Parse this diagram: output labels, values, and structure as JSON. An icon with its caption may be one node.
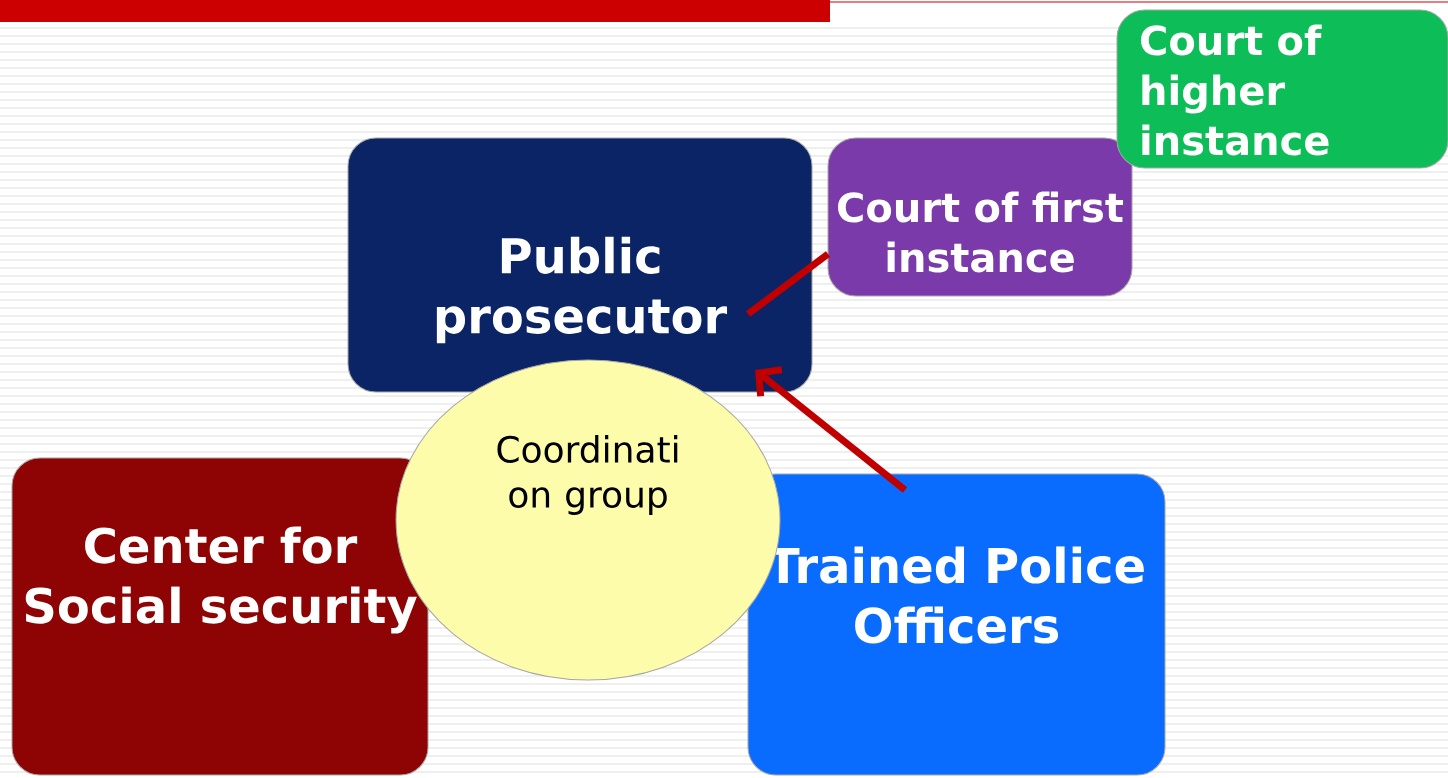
{
  "diagram": {
    "nodes": [
      {
        "text": [
          "Court of higher instance"
        ]
      },
      {
        "text": [
          "Public prosecutor"
        ]
      },
      {
        "text": [
          "Court of first instance"
        ]
      },
      {
        "text": [
          "Center for Social security"
        ]
      },
      {
        "text": [
          "Trained Police Officers"
        ]
      },
      {
        "text": [
          "Coordinati on group"
        ]
      }
    ],
    "edges": [
      {
        "from": 4,
        "to": 1,
        "arrow": "to"
      },
      {
        "from": 1,
        "to": 2,
        "arrow": "none"
      }
    ]
  }
}
